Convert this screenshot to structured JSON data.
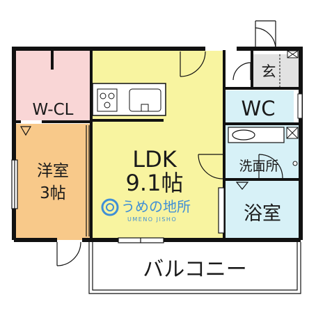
{
  "rooms": {
    "wcl": "W-CL",
    "yoshitsu_name": "洋室",
    "yoshitsu_size": "3帖",
    "ldk_name": "LDK",
    "ldk_size": "9.1帖",
    "genkan": "玄",
    "wc": "WC",
    "senmen": "洗面所",
    "yokushitsu": "浴室",
    "balcony": "バルコニー"
  },
  "watermark": {
    "name": "うめの地所",
    "romaji": "UMENO JISHO",
    "color": "#3f8fd6"
  },
  "colors": {
    "ldk": "#f8f4a0",
    "yoshitsu": "#f8c98a",
    "wcl": "#f9d6d6",
    "water": "#d7f1f7",
    "genkan": "#e2e2e2",
    "wall": "#111111"
  }
}
